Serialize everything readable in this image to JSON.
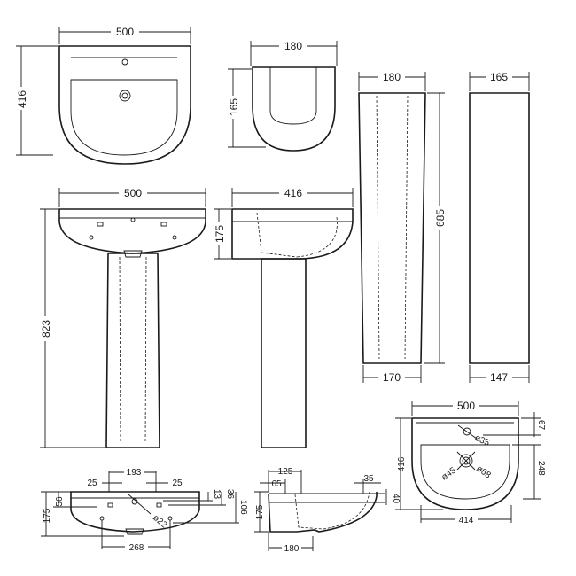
{
  "views": {
    "basin_top": {
      "width": "500",
      "depth": "416"
    },
    "semi_pedestal_top": {
      "width": "180",
      "depth": "165"
    },
    "pedestal_front": {
      "top": "180",
      "height": "685",
      "bottom": "170"
    },
    "pedestal_side": {
      "top": "165",
      "bottom": "147"
    },
    "assembly_front": {
      "width": "500",
      "height": "823"
    },
    "assembly_side": {
      "depth": "416",
      "basin_height": "175"
    },
    "basin_rear": {
      "tap_centres": "193",
      "tap_left": "25",
      "tap_right": "25",
      "top_offset": "56",
      "height": "175",
      "d13": "13",
      "d36": "36",
      "d106": "106",
      "overflow": "ø22",
      "fixing_centres": "268"
    },
    "basin_section": {
      "d125": "125",
      "d65": "65",
      "d35": "35",
      "d40": "40",
      "height": "175",
      "d180": "180"
    },
    "basin_plan": {
      "width": "500",
      "depth": "416",
      "d67": "67",
      "bowl": "248",
      "inner_width": "414",
      "tap_hole": "ø35",
      "waste": "ø45",
      "waste_outer": "ø68"
    }
  },
  "colors": {
    "line": "#1a1a1a",
    "background": "#ffffff"
  }
}
